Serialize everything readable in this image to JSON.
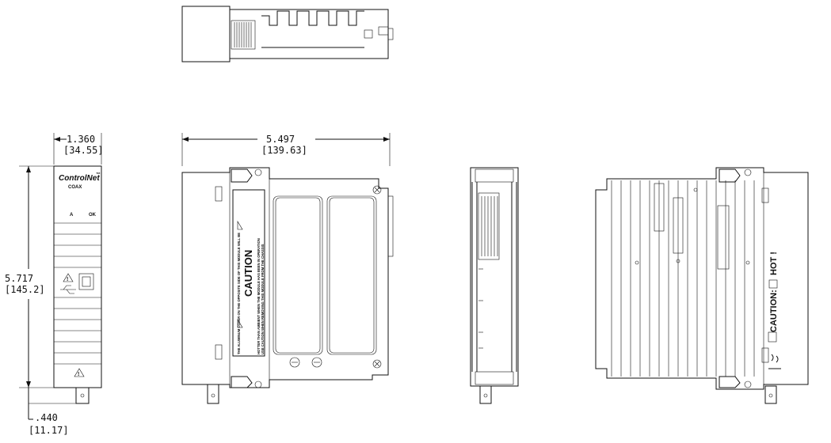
{
  "dimensions": {
    "width_in": "1.360",
    "width_mm": "[34.55]",
    "depth_in": "5.497",
    "depth_mm": "[139.63]",
    "height_in": "5.717",
    "height_mm": "[145.2]",
    "connector_in": ".440",
    "connector_mm": "[11.17]"
  },
  "labels": {
    "brand": "ControlNet",
    "trademark": "™",
    "port": "COAX",
    "led_a": "A",
    "led_ok": "OK",
    "caution_side": "CAUTION",
    "warning_text_1": "THE ALUMINUM COVER ON THE OPPOSITE SIDE OF THIS MODULE WILL BE",
    "warning_text_2": "HOTTER THAN AMBIENT WHEN THE MODULE HAS BEEN IN OPERATION",
    "warning_text_3": "USE CAUTION WHEN REMOVING THIS MODULE FROM THE CHASSIS",
    "caution_hot": "CAUTION:",
    "hot": "HOT !"
  }
}
